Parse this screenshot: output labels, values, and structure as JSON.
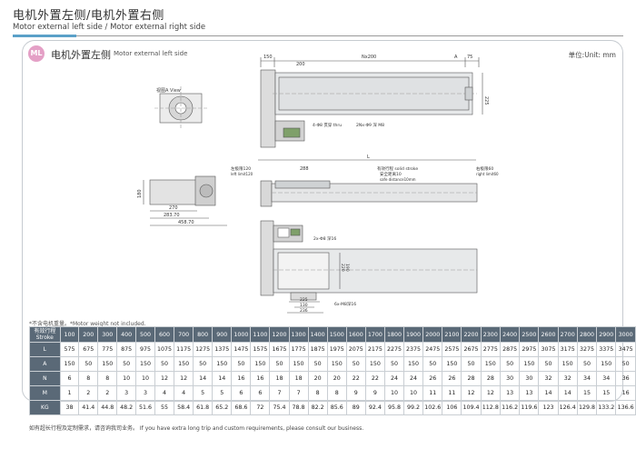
{
  "header": {
    "title": "电机外置左侧/电机外置右侧",
    "subtitle": "Motor external left side / Motor external right side"
  },
  "section": {
    "badge": "ML",
    "title_cn": "电机外置左侧",
    "title_en": "Motor external left side",
    "unit": "单位:Unit: mm"
  },
  "drawing": {
    "view_label": "视图A View",
    "dims": {
      "top_150": "150",
      "top_200": "200",
      "top_nx200": "Nx200",
      "top_a": "A",
      "top_75": "75",
      "hole_8": "4-Φ8 贯穿 thru",
      "hole_mx": "2Nx-Φ9 深 M8",
      "left_limit": "左极限120",
      "left_limit_en": "left limit120",
      "len_l": "L",
      "len_288": "288",
      "stroke": "有效行程 solid stroke",
      "safe": "安全距离10",
      "safe_en": "safe distance10mm",
      "right_limit": "右极限60",
      "right_limit_en": "right limit60",
      "w_270": "270",
      "w_283": "283.70",
      "w_458": "458.70",
      "h_180": "180",
      "h_225": "225",
      "bolt_top": "2x-Φ8 深16",
      "bolt_bot": "6x-M8深16",
      "d_220": "220",
      "d_190": "190",
      "d_225b": "225",
      "d_130": "130",
      "d_236": "236"
    }
  },
  "table": {
    "note": "*不含电机重量。*Motor weight not included.",
    "header_label": "有效行程\nStroke",
    "strokes": [
      "100",
      "200",
      "300",
      "400",
      "500",
      "600",
      "700",
      "800",
      "900",
      "1000",
      "1100",
      "1200",
      "1300",
      "1400",
      "1500",
      "1600",
      "1700",
      "1800",
      "1900",
      "2000",
      "2100",
      "2200",
      "2300",
      "2400",
      "2500",
      "2600",
      "2700",
      "2800",
      "2900",
      "3000"
    ],
    "rows": [
      {
        "label": "L",
        "values": [
          "575",
          "675",
          "775",
          "875",
          "975",
          "1075",
          "1175",
          "1275",
          "1375",
          "1475",
          "1575",
          "1675",
          "1775",
          "1875",
          "1975",
          "2075",
          "2175",
          "2275",
          "2375",
          "2475",
          "2575",
          "2675",
          "2775",
          "2875",
          "2975",
          "3075",
          "3175",
          "3275",
          "3375",
          "3475"
        ]
      },
      {
        "label": "A",
        "values": [
          "150",
          "50",
          "150",
          "50",
          "150",
          "50",
          "150",
          "50",
          "150",
          "50",
          "150",
          "50",
          "150",
          "50",
          "150",
          "50",
          "150",
          "50",
          "150",
          "50",
          "150",
          "50",
          "150",
          "50",
          "150",
          "50",
          "150",
          "50",
          "150",
          "50"
        ]
      },
      {
        "label": "N",
        "values": [
          "6",
          "8",
          "8",
          "10",
          "10",
          "12",
          "12",
          "14",
          "14",
          "16",
          "16",
          "18",
          "18",
          "20",
          "20",
          "22",
          "22",
          "24",
          "24",
          "26",
          "26",
          "28",
          "28",
          "30",
          "30",
          "32",
          "32",
          "34",
          "34",
          "36"
        ]
      },
      {
        "label": "M",
        "values": [
          "1",
          "2",
          "2",
          "3",
          "3",
          "4",
          "4",
          "5",
          "5",
          "6",
          "6",
          "7",
          "7",
          "8",
          "8",
          "9",
          "9",
          "10",
          "10",
          "11",
          "11",
          "12",
          "12",
          "13",
          "13",
          "14",
          "14",
          "15",
          "15",
          "16"
        ]
      },
      {
        "label": "KG",
        "values": [
          "38",
          "41.4",
          "44.8",
          "48.2",
          "51.6",
          "55",
          "58.4",
          "61.8",
          "65.2",
          "68.6",
          "72",
          "75.4",
          "78.8",
          "82.2",
          "85.6",
          "89",
          "92.4",
          "95.8",
          "99.2",
          "102.6",
          "106",
          "109.4",
          "112.8",
          "116.2",
          "119.6",
          "123",
          "126.4",
          "129.8",
          "133.2",
          "136.6"
        ]
      }
    ],
    "footer": "如有超长行程及定制需求，请咨询我司业务。 If you have extra long trip and custom requirements, please consult our business."
  }
}
